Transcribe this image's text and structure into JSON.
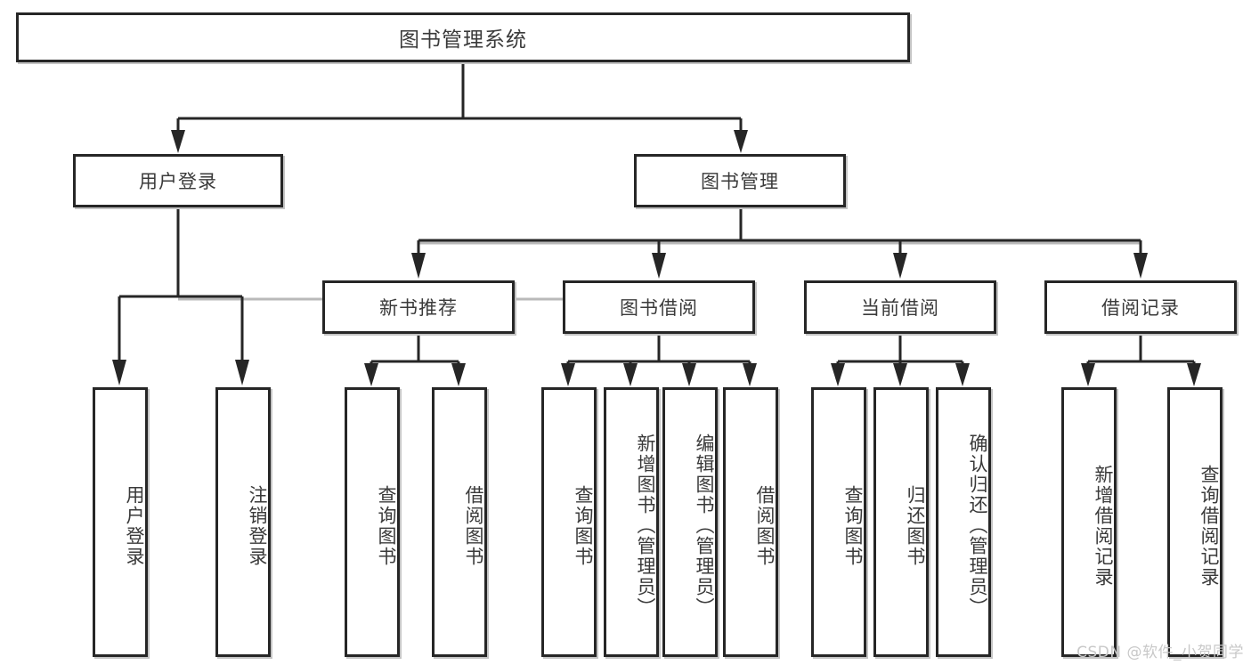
{
  "diagram": {
    "type": "tree-hierarchy-chart",
    "title": "图书管理系统",
    "colors": {
      "line": "#262626",
      "line_shadow": "#b9b9b9",
      "box_border": "#262626",
      "box_fill": "#ffffff",
      "text": "#3a3a3a",
      "watermark": "#c8c8c8"
    },
    "levels": {
      "root": {
        "label": "图书管理系统",
        "orientation": "horizontal"
      },
      "level2": [
        {
          "id": "user-login",
          "label": "用户登录",
          "orientation": "horizontal"
        },
        {
          "id": "book-management",
          "label": "图书管理",
          "orientation": "horizontal"
        }
      ],
      "level3": [
        {
          "id": "new-book-recommend",
          "label": "新书推荐",
          "orientation": "horizontal",
          "parent": "book-management"
        },
        {
          "id": "book-borrow",
          "label": "图书借阅",
          "orientation": "horizontal",
          "parent": "book-management"
        },
        {
          "id": "current-borrow",
          "label": "当前借阅",
          "orientation": "horizontal",
          "parent": "book-management"
        },
        {
          "id": "borrow-record",
          "label": "借阅记录",
          "orientation": "horizontal",
          "parent": "book-management"
        }
      ],
      "leaves": [
        {
          "id": "leaf-user-login",
          "label": "用户登录",
          "orientation": "vertical",
          "parent": "user-login"
        },
        {
          "id": "leaf-user-logout",
          "label": "注销登录",
          "orientation": "vertical",
          "parent": "user-login"
        },
        {
          "id": "leaf-query-book-1",
          "label": "查询图书",
          "orientation": "vertical",
          "parent": "new-book-recommend"
        },
        {
          "id": "leaf-borrow-book-1",
          "label": "借阅图书",
          "orientation": "vertical",
          "parent": "new-book-recommend"
        },
        {
          "id": "leaf-query-book-2",
          "label": "查询图书",
          "orientation": "vertical",
          "parent": "book-borrow"
        },
        {
          "id": "leaf-add-book",
          "label": "新增图书（管理员）",
          "orientation": "vertical",
          "parent": "book-borrow"
        },
        {
          "id": "leaf-edit-book",
          "label": "编辑图书（管理员）",
          "orientation": "vertical",
          "parent": "book-borrow"
        },
        {
          "id": "leaf-borrow-book-2",
          "label": "借阅图书",
          "orientation": "vertical",
          "parent": "book-borrow"
        },
        {
          "id": "leaf-query-book-3",
          "label": "查询图书",
          "orientation": "vertical",
          "parent": "current-borrow"
        },
        {
          "id": "leaf-return-book",
          "label": "归还图书",
          "orientation": "vertical",
          "parent": "current-borrow"
        },
        {
          "id": "leaf-confirm-return",
          "label": "确认归还（管理员）",
          "orientation": "vertical",
          "parent": "current-borrow"
        },
        {
          "id": "leaf-add-record",
          "label": "新增借阅记录",
          "orientation": "vertical",
          "parent": "borrow-record"
        },
        {
          "id": "leaf-query-record",
          "label": "查询借阅记录",
          "orientation": "vertical",
          "parent": "borrow-record"
        }
      ]
    }
  },
  "watermark": {
    "text": "CSDN @软件_小贺同学"
  }
}
